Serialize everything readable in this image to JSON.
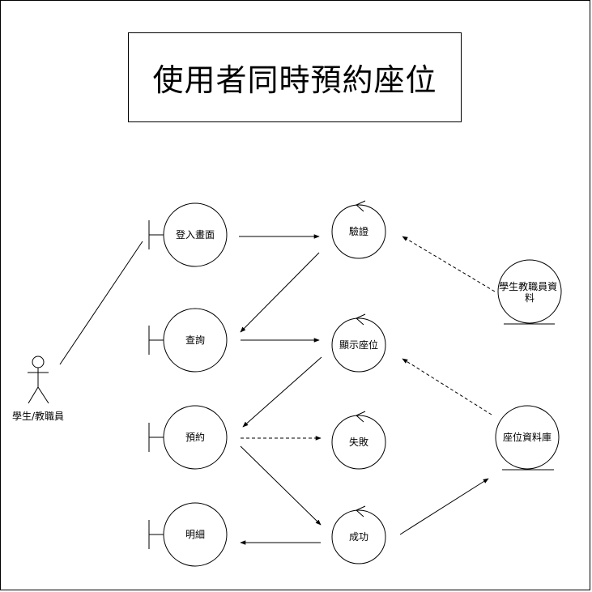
{
  "title": "使用者同時預約座位",
  "actor": {
    "label": "學生/教職員"
  },
  "boundaries": {
    "login": "登入畫面",
    "query": "查詢",
    "reserve": "預約",
    "detail": "明細"
  },
  "controls": {
    "verify": "驗證",
    "show_seats": "顯示座位",
    "fail": "失敗",
    "success": "成功"
  },
  "entities": {
    "user_data": [
      "學生教職員資",
      "料"
    ],
    "seat_db": "座位資料庫"
  },
  "colors": {
    "stroke": "#000000",
    "background": "#ffffff"
  }
}
